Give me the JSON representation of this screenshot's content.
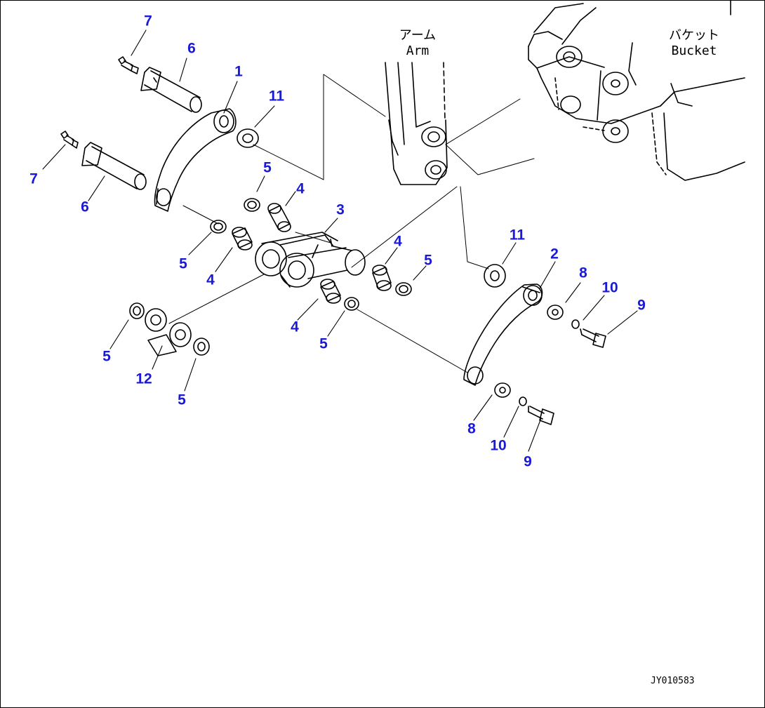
{
  "colors": {
    "callout": "#1a1ad6",
    "line": "#000000",
    "background": "#ffffff"
  },
  "labels": {
    "arm_jp": "アーム",
    "arm_en": "Arm",
    "bucket_jp": "バケット",
    "bucket_en": "Bucket"
  },
  "figure_id": "JY010583",
  "callouts": [
    "7",
    "6",
    "1",
    "11",
    "7",
    "6",
    "5",
    "4",
    "3",
    "5",
    "4",
    "4",
    "5",
    "5",
    "4",
    "5",
    "12",
    "5",
    "11",
    "2",
    "8",
    "10",
    "9",
    "8",
    "10",
    "9"
  ]
}
